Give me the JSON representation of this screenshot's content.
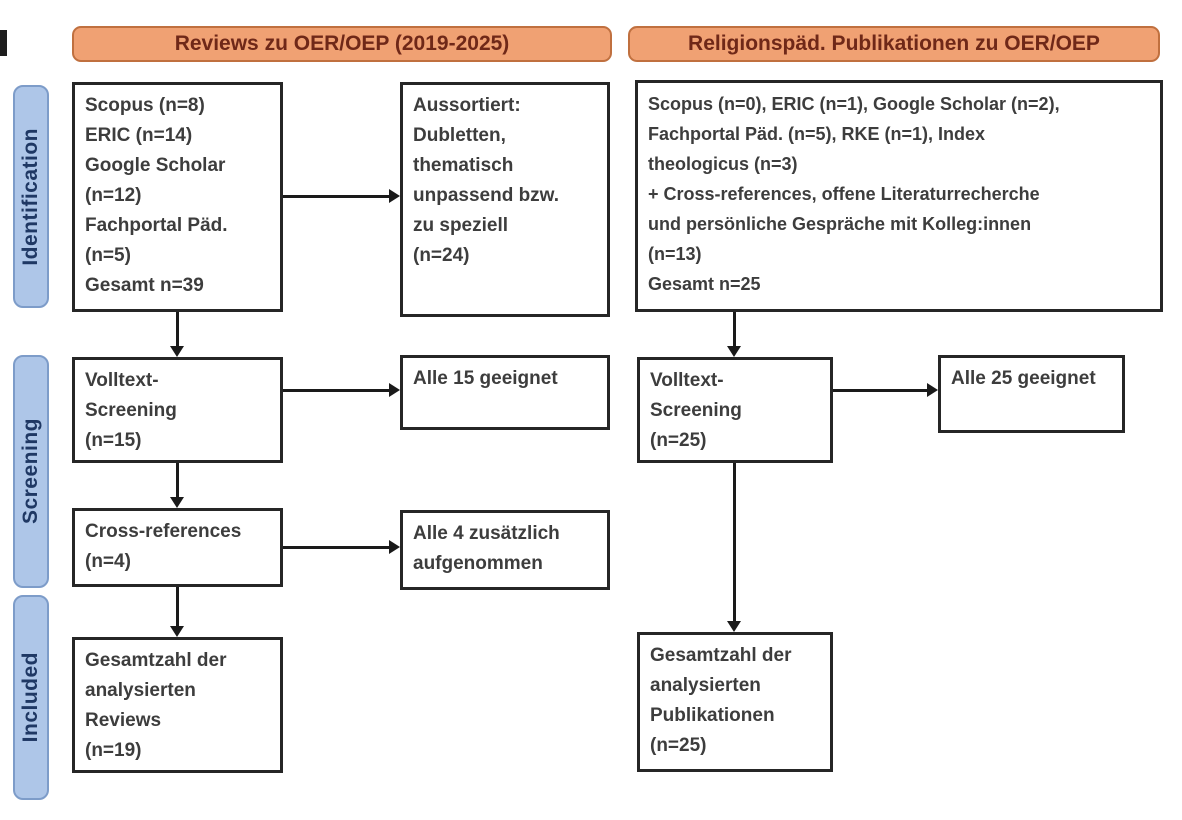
{
  "palette": {
    "header_fill": "#f0a173",
    "header_border": "#c0703f",
    "header_text": "#6f2818",
    "stage_fill": "#aec6e8",
    "stage_border": "#7d9cc9",
    "stage_text": "#1f3864",
    "box_border": "#262626",
    "box_text": "#3d3d3d",
    "arrow": "#1a1a1a",
    "background": "#ffffff"
  },
  "stages": {
    "identification": "Identification",
    "screening": "Screening",
    "included": "Included"
  },
  "left": {
    "header": "Reviews zu OER/OEP (2019-2025)",
    "sources": "Scopus (n=8)\nERIC (n=14)\nGoogle Scholar\n(n=12)\nFachportal Päd.\n(n=5)\nGesamt n=39",
    "excluded": "Aussortiert:\nDubletten,\nthematisch\nunpassend bzw.\nzu speziell\n(n=24)",
    "fulltext_screening": "Volltext-\nScreening\n(n=15)",
    "fulltext_result": "Alle 15 geeignet",
    "cross_references": "Cross-references\n(n=4)",
    "cross_references_result": "Alle 4 zusätzlich\naufgenommen",
    "included_total": "Gesamtzahl der\nanalysierten\nReviews\n(n=19)"
  },
  "right": {
    "header": "Religionspäd. Publikationen zu OER/OEP",
    "sources": "Scopus (n=0), ERIC (n=1), Google Scholar (n=2),\nFachportal Päd. (n=5), RKE (n=1), Index\ntheologicus (n=3)\n+ Cross-references, offene Literaturrecherche\nund persönliche Gespräche mit Kolleg:innen\n(n=13)\nGesamt n=25",
    "fulltext_screening": "Volltext-\nScreening\n(n=25)",
    "fulltext_result": "Alle 25 geeignet",
    "included_total": "Gesamtzahl der\nanalysierten\nPublikationen\n(n=25)"
  }
}
